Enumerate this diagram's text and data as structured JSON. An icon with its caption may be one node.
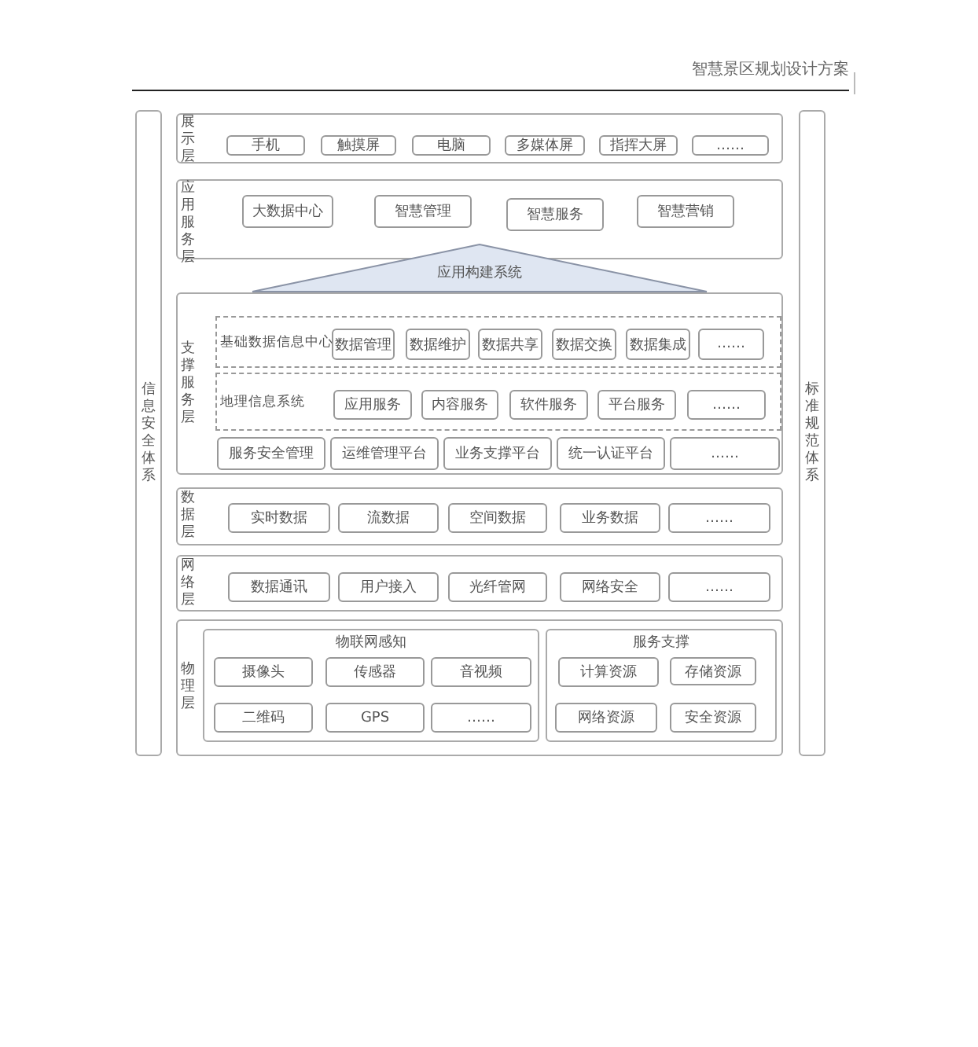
{
  "diagram": {
    "nodes": [
      {
        "text": [
          "信息安全体系"
        ]
      },
      {
        "text": [
          "标准规范体系"
        ]
      },
      {
        "text": [
          "展示层"
        ]
      },
      {
        "text": [
          "手机"
        ],
        "in": 2
      },
      {
        "text": [
          "触摸屏"
        ],
        "in": 2
      },
      {
        "text": [
          "电脑"
        ],
        "in": 2
      },
      {
        "text": [
          "多媒体屏"
        ],
        "in": 2
      },
      {
        "text": [
          "指挥大屏"
        ],
        "in": 2
      },
      {
        "text": [
          "……"
        ],
        "in": 2
      },
      {
        "text": [
          "应用服务层"
        ]
      },
      {
        "text": [
          "大数据中心"
        ],
        "in": 9
      },
      {
        "text": [
          "智慧管理"
        ],
        "in": 9
      },
      {
        "text": [
          "智慧服务"
        ],
        "in": 9
      },
      {
        "text": [
          "智慧营销"
        ],
        "in": 9
      },
      {
        "text": [
          "应用构建系统"
        ]
      },
      {
        "text": [
          "支撑服务层"
        ]
      },
      {
        "text": [
          "基础数据信息中心"
        ],
        "in": 15
      },
      {
        "text": [
          "数据管理"
        ],
        "in": 16
      },
      {
        "text": [
          "数据维护"
        ],
        "in": 16
      },
      {
        "text": [
          "数据共享"
        ],
        "in": 16
      },
      {
        "text": [
          "数据交换"
        ],
        "in": 16
      },
      {
        "text": [
          "数据集成"
        ],
        "in": 16
      },
      {
        "text": [
          "……"
        ],
        "in": 16
      },
      {
        "text": [
          "地理信息系统"
        ],
        "in": 15
      },
      {
        "text": [
          "应用服务"
        ],
        "in": 23
      },
      {
        "text": [
          "内容服务"
        ],
        "in": 23
      },
      {
        "text": [
          "软件服务"
        ],
        "in": 23
      },
      {
        "text": [
          "平台服务"
        ],
        "in": 23
      },
      {
        "text": [
          "……"
        ],
        "in": 23
      },
      {
        "text": [
          "服务安全管理"
        ],
        "in": 15
      },
      {
        "text": [
          "运维管理平台"
        ],
        "in": 15
      },
      {
        "text": [
          "业务支撑平台"
        ],
        "in": 15
      },
      {
        "text": [
          "统一认证平台"
        ],
        "in": 15
      },
      {
        "text": [
          "……"
        ],
        "in": 15
      },
      {
        "text": [
          "数据层"
        ]
      },
      {
        "text": [
          "实时数据"
        ],
        "in": 34
      },
      {
        "text": [
          "流数据"
        ],
        "in": 34
      },
      {
        "text": [
          "空间数据"
        ],
        "in": 34
      },
      {
        "text": [
          "业务数据"
        ],
        "in": 34
      },
      {
        "text": [
          "……"
        ],
        "in": 34
      },
      {
        "text": [
          "网络层"
        ]
      },
      {
        "text": [
          "数据通讯"
        ],
        "in": 40
      },
      {
        "text": [
          "用户接入"
        ],
        "in": 40
      },
      {
        "text": [
          "光纤管网"
        ],
        "in": 40
      },
      {
        "text": [
          "网络安全"
        ],
        "in": 40
      },
      {
        "text": [
          "……"
        ],
        "in": 40
      },
      {
        "text": [
          "物理层"
        ]
      },
      {
        "text": [
          "物联网感知"
        ],
        "in": 46
      },
      {
        "text": [
          "摄像头"
        ],
        "in": 47
      },
      {
        "text": [
          "传感器"
        ],
        "in": 47
      },
      {
        "text": [
          "音视频"
        ],
        "in": 47
      },
      {
        "text": [
          "二维码"
        ],
        "in": 47
      },
      {
        "text": [
          "GPS"
        ],
        "in": 47
      },
      {
        "text": [
          "……"
        ],
        "in": 47
      },
      {
        "text": [
          "服务支撑"
        ],
        "in": 46
      },
      {
        "text": [
          "计算资源"
        ],
        "in": 54
      },
      {
        "text": [
          "存储资源"
        ],
        "in": 54
      },
      {
        "text": [
          "网络资源"
        ],
        "in": 54
      },
      {
        "text": [
          "安全资源"
        ],
        "in": 54
      }
    ],
    "labels": [
      "智慧景区规划设计方案"
    ]
  }
}
